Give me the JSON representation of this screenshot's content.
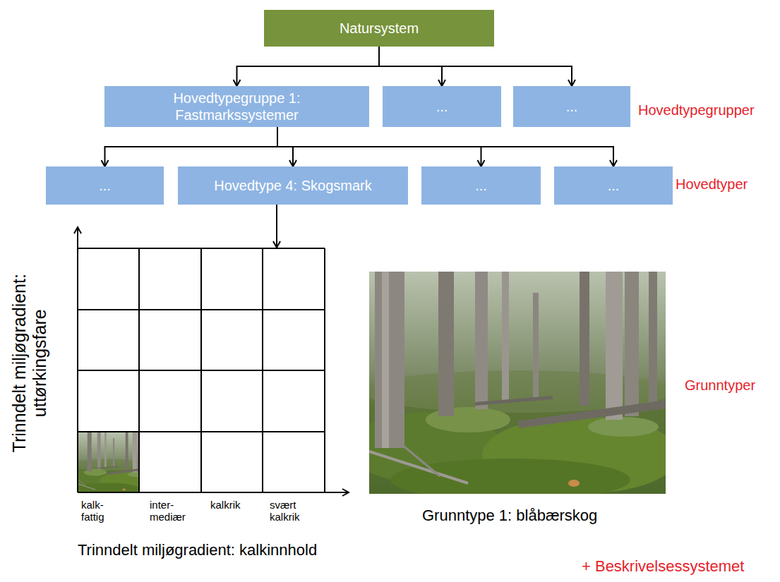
{
  "diagram": {
    "nodes": [
      {
        "text": [
          "Natursystem"
        ]
      },
      {
        "text": [
          "Hovedtypegruppe 1: Fastmarkssystemer"
        ]
      },
      {
        "text": [
          "..."
        ]
      },
      {
        "text": [
          "..."
        ]
      },
      {
        "text": [
          "..."
        ]
      },
      {
        "text": [
          "Hovedtype 4: Skogsmark"
        ]
      },
      {
        "text": [
          "..."
        ]
      },
      {
        "text": [
          "..."
        ]
      }
    ],
    "edges": [
      {
        "from": 0,
        "to": 1,
        "arrow": "to"
      },
      {
        "from": 0,
        "to": 2,
        "arrow": "to"
      },
      {
        "from": 0,
        "to": 3,
        "arrow": "to"
      },
      {
        "from": 1,
        "to": 4,
        "arrow": "to"
      },
      {
        "from": 1,
        "to": 5,
        "arrow": "to"
      },
      {
        "from": 1,
        "to": 6,
        "arrow": "to"
      },
      {
        "from": 1,
        "to": 7,
        "arrow": "to"
      }
    ],
    "labels": [
      "Hovedtypegrupper",
      "Hovedtyper",
      "Trinndelt miljøgradient: uttørkingsfare",
      "Grunntyper",
      "kalk- fattig",
      "inter- mediær",
      "kalkrik",
      "svært kalkrik",
      "Grunntype 1: blåbærskog",
      "Trinndelt miljøgradient: kalkinnhold",
      "+ Beskrivelsessystemet"
    ]
  }
}
